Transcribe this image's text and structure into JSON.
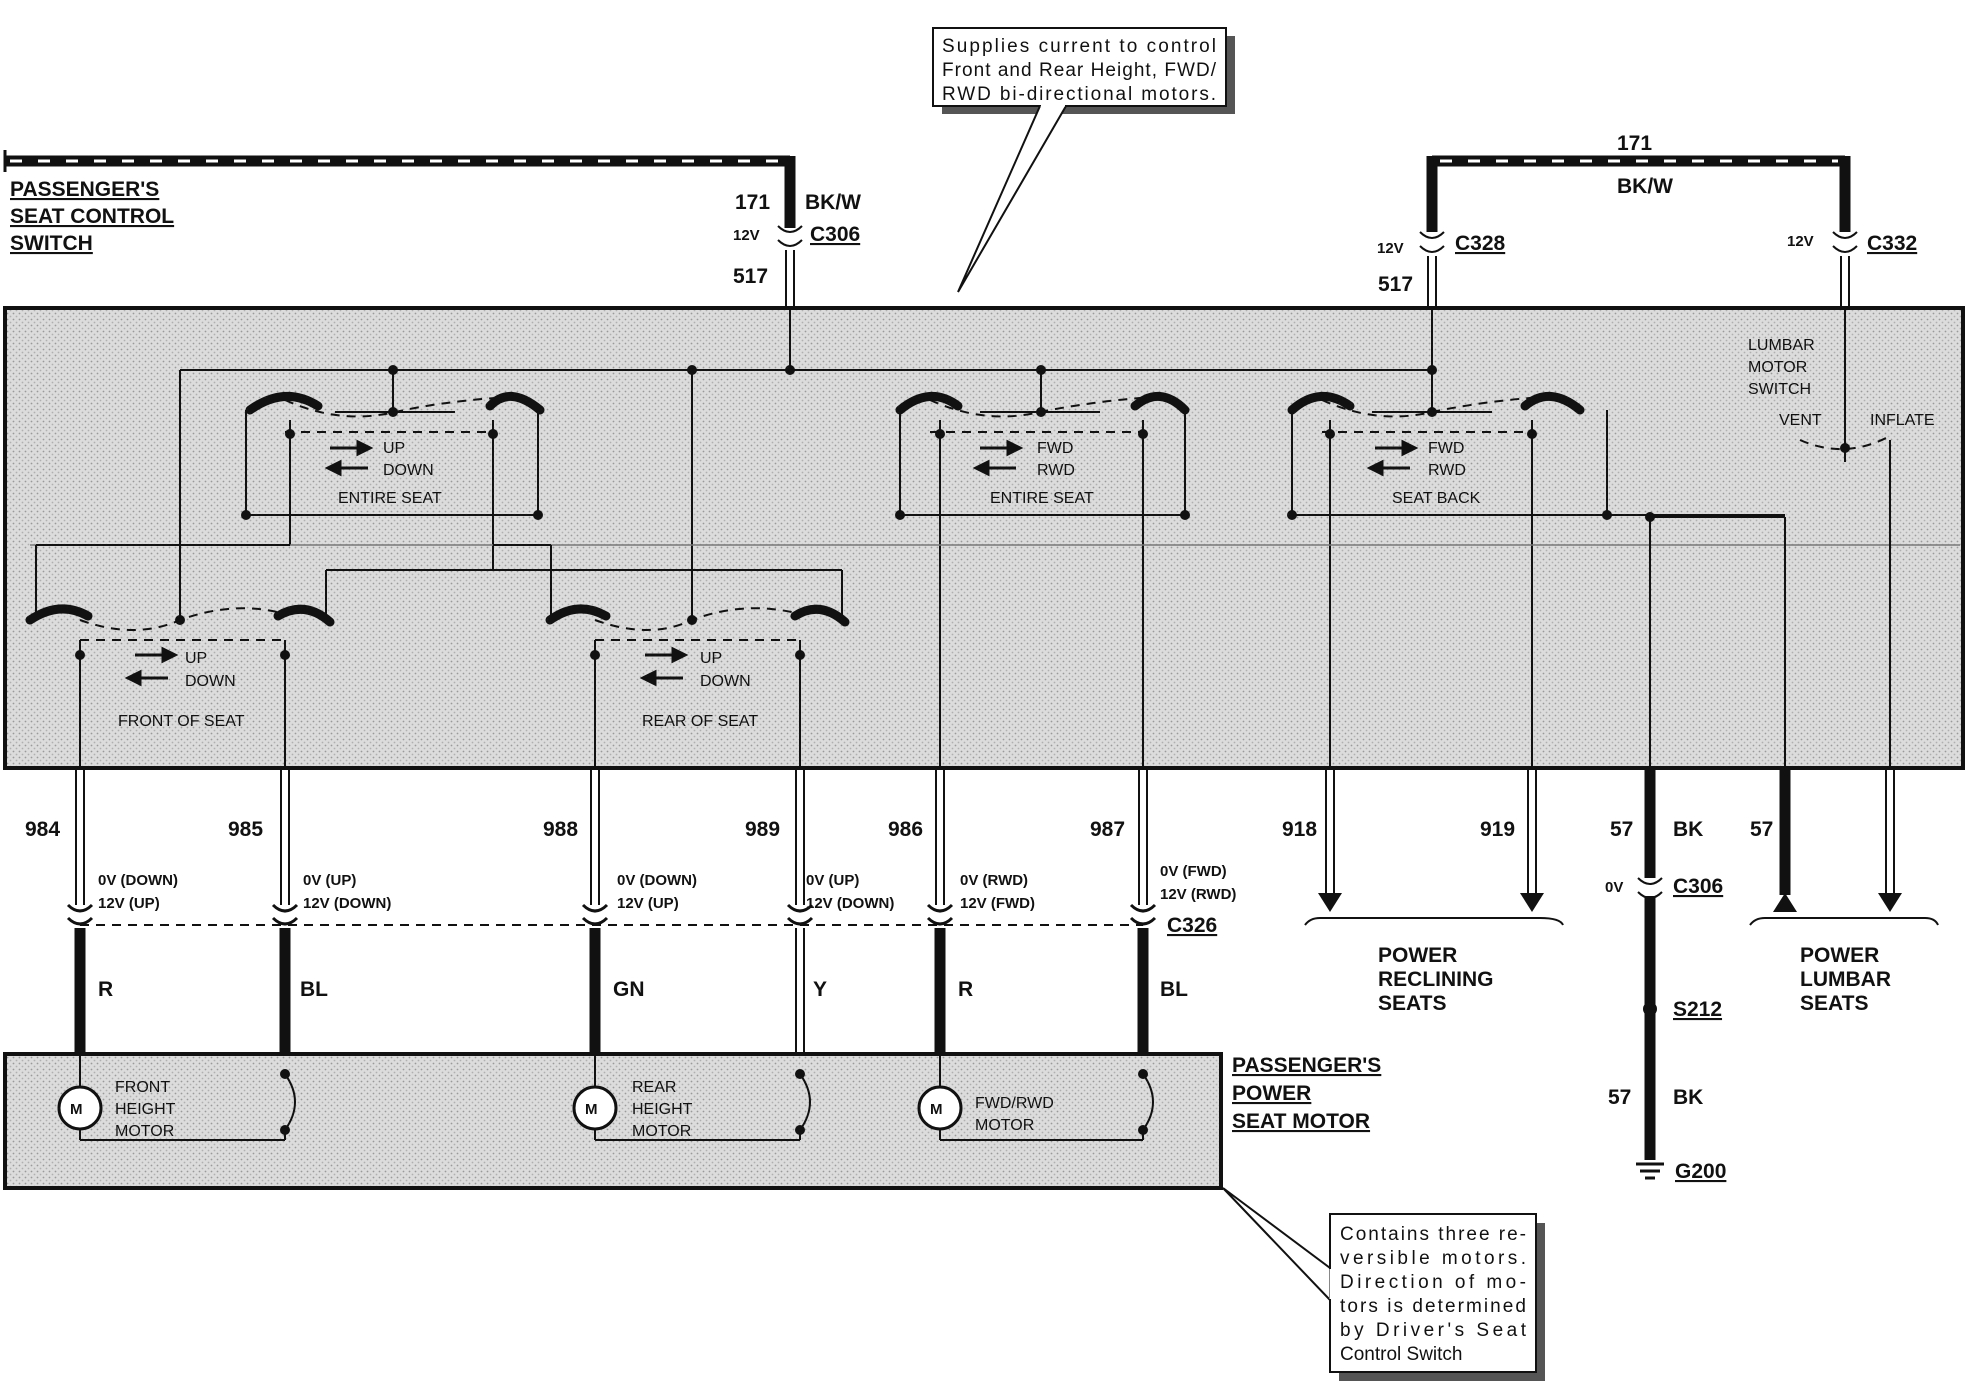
{
  "callouts": {
    "top": [
      "Supplies current to control",
      "Front and Rear Height, FWD/",
      "RWD bi-directional motors."
    ],
    "bottom": [
      "Contains three re-",
      "versible motors.",
      "Direction of mo-",
      "tors is determined",
      "by Driver's Seat",
      "Control Switch"
    ]
  },
  "components": {
    "switch": [
      "PASSENGER'S",
      "SEAT CONTROL",
      "SWITCH"
    ],
    "motor": [
      "PASSENGER'S",
      "POWER",
      "SEAT MOTOR"
    ],
    "reclining": [
      "POWER",
      "RECLINING",
      "SEATS"
    ],
    "lumbar": [
      "POWER",
      "LUMBAR",
      "SEATS"
    ]
  },
  "supply": {
    "left": {
      "circuit": "171",
      "color": "BK/W",
      "voltage": "12V",
      "connector": "C306",
      "circuit_out": "517"
    },
    "right": {
      "circuit": "171",
      "color": "BK/W",
      "voltage_a": "12V",
      "connector_a": "C328",
      "circuit_out": "517",
      "voltage_b": "12V",
      "connector_b": "C332"
    }
  },
  "switches": [
    {
      "label": "ENTIRE SEAT",
      "up": "UP",
      "down": "DOWN"
    },
    {
      "label": "ENTIRE SEAT",
      "up": "FWD",
      "down": "RWD"
    },
    {
      "label": "SEAT BACK",
      "up": "FWD",
      "down": "RWD"
    },
    {
      "label": "FRONT OF SEAT",
      "up": "UP",
      "down": "DOWN"
    },
    {
      "label": "REAR OF SEAT",
      "up": "UP",
      "down": "DOWN"
    }
  ],
  "lumbar_switch": {
    "title": [
      "LUMBAR",
      "MOTOR",
      "SWITCH"
    ],
    "vent": "VENT",
    "inflate": "INFLATE"
  },
  "wires": [
    {
      "circuit": "984",
      "state1": "0V (DOWN)",
      "state2": "12V (UP)",
      "color": "R"
    },
    {
      "circuit": "985",
      "state1": "0V (UP)",
      "state2": "12V (DOWN)",
      "color": "BL"
    },
    {
      "circuit": "988",
      "state1": "0V (DOWN)",
      "state2": "12V (UP)",
      "color": "GN"
    },
    {
      "circuit": "989",
      "state1": "0V (UP)",
      "state2": "12V (DOWN)",
      "color": "Y"
    },
    {
      "circuit": "986",
      "state1": "0V (RWD)",
      "state2": "12V (FWD)",
      "color": "R"
    },
    {
      "circuit": "987",
      "state1": "0V (FWD)",
      "state2": "12V (RWD)",
      "color": "BL"
    }
  ],
  "motor_connector": "C326",
  "motors": [
    {
      "symbol": "M",
      "name": [
        "FRONT",
        "HEIGHT",
        "MOTOR"
      ]
    },
    {
      "symbol": "M",
      "name": [
        "REAR",
        "HEIGHT",
        "MOTOR"
      ]
    },
    {
      "symbol": "M",
      "name": [
        "FWD/RWD",
        "MOTOR"
      ]
    }
  ],
  "reclining_wires": [
    "918",
    "919"
  ],
  "ground": {
    "circuit": "57",
    "color": "BK",
    "voltage": "0V",
    "connector": "C306",
    "splice": "S212",
    "circuit2": "57",
    "color2": "BK",
    "ground_point": "G200"
  },
  "lumbar_wire": "57"
}
